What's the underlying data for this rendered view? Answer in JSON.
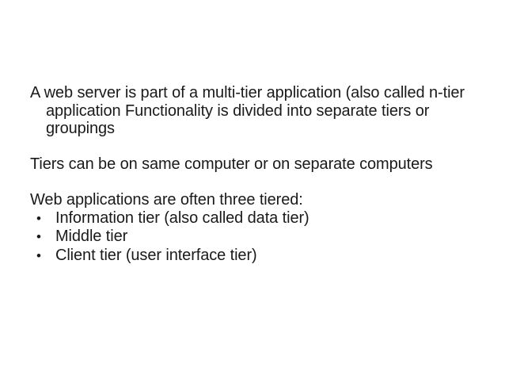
{
  "slide": {
    "background_color": "#ffffff",
    "text_color": "#1a1a1a",
    "blocks": {
      "paragraph_1": "A web server is part of a multi-tier application (also called n-tier application Functionality is divided into separate tiers or groupings",
      "paragraph_2": "Tiers can be on same computer or on separate computers",
      "paragraph_3": "Web applications are often three tiered:"
    },
    "bullets": [
      {
        "marker": "•",
        "text": "Information tier (also called data tier)"
      },
      {
        "marker": "•",
        "text": "Middle tier"
      },
      {
        "marker": "•",
        "text": "Client tier (user interface tier)"
      }
    ]
  }
}
